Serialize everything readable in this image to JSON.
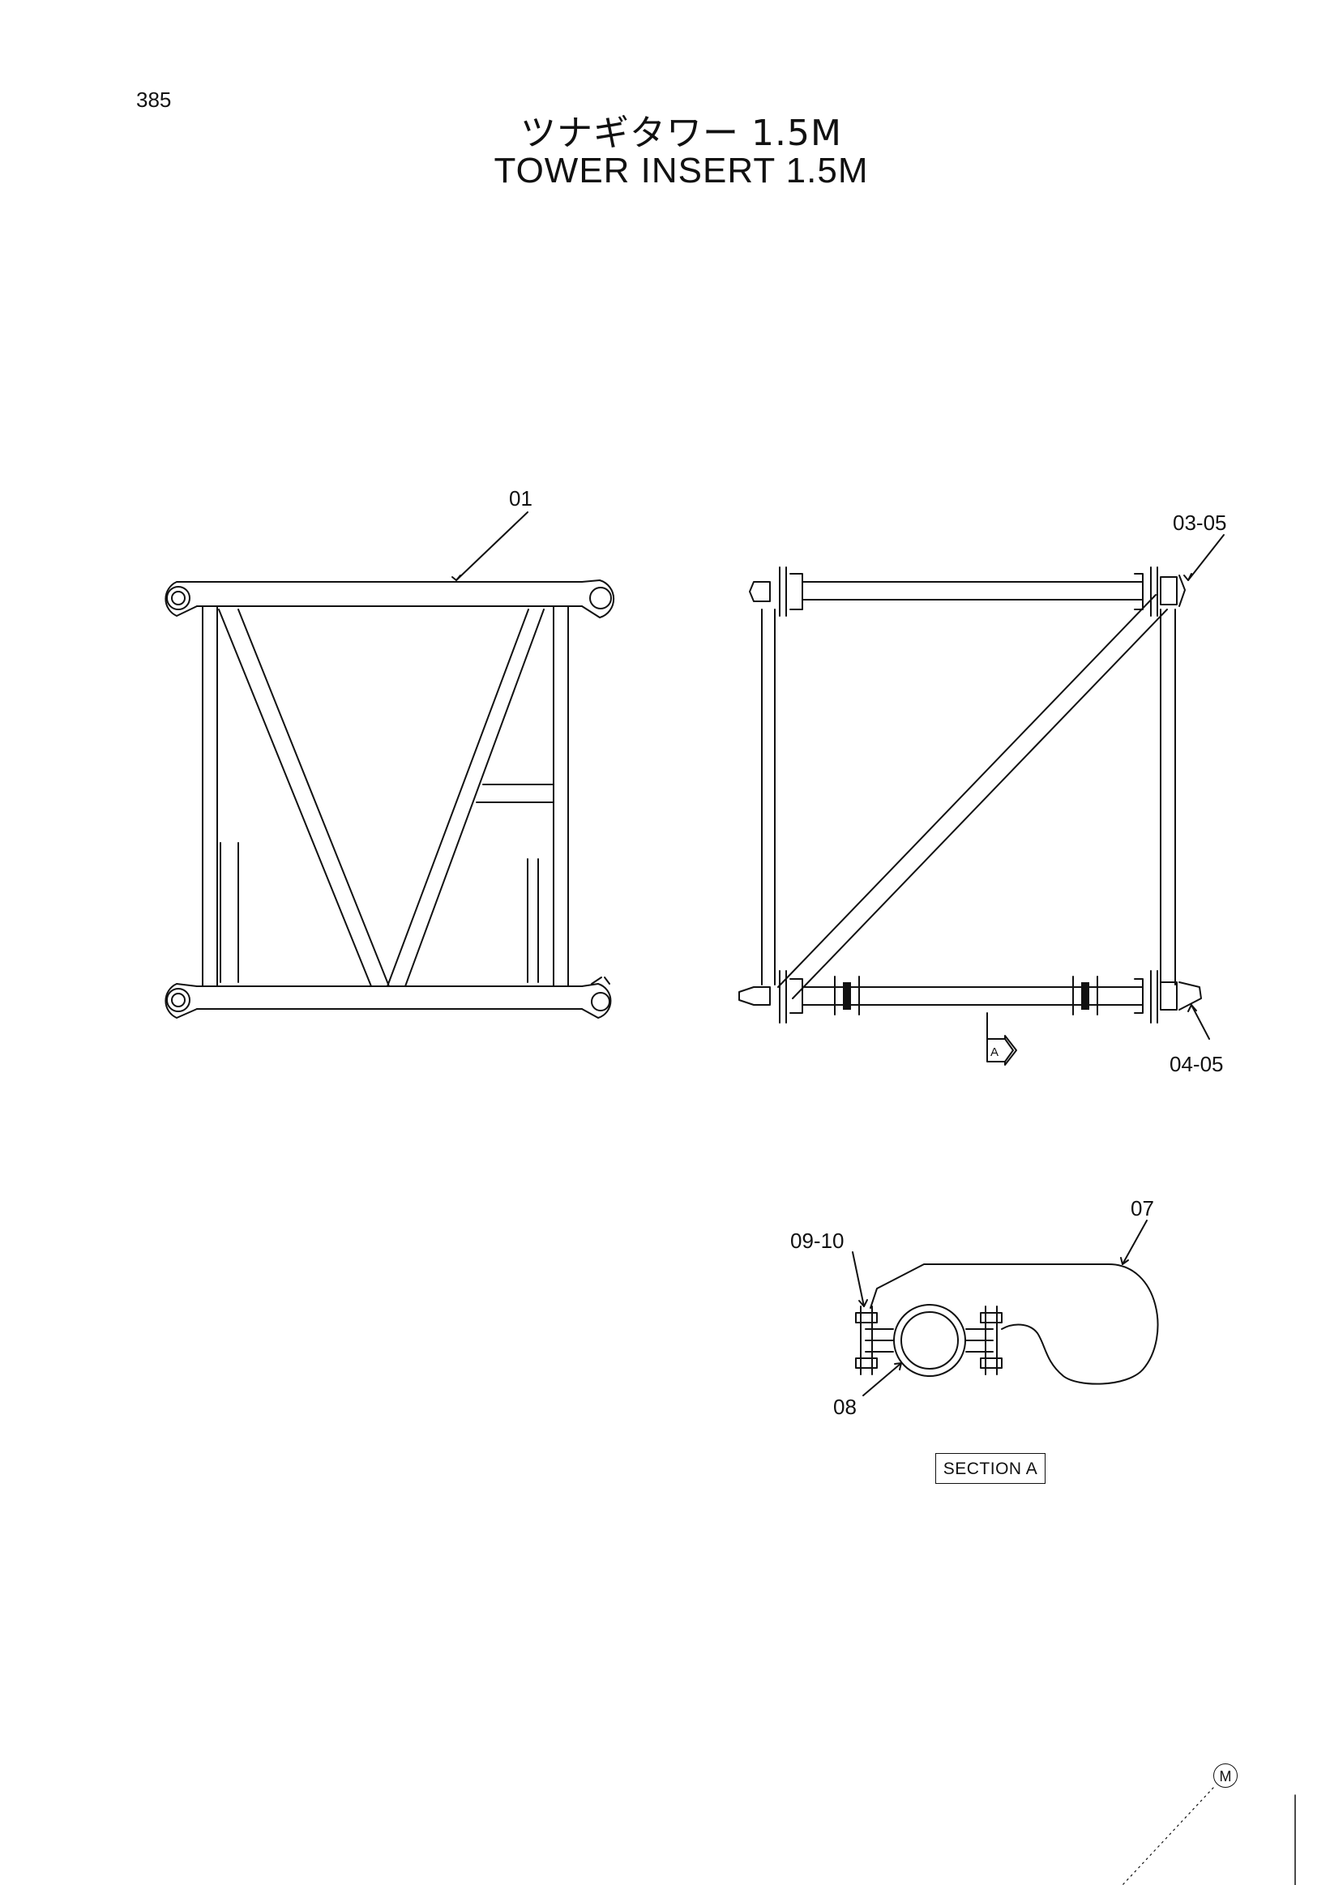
{
  "page": {
    "number": "385",
    "title_jp": "ツナギタワー 1.5M",
    "title_en": "TOWER INSERT 1.5M"
  },
  "callouts": {
    "c01": "01",
    "c03_05": "03-05",
    "c04_05": "04-05",
    "c07": "07",
    "c08": "08",
    "c09_10": "09-10"
  },
  "view_marker": "A",
  "section_label": "SECTION A",
  "brand_mark": "M"
}
